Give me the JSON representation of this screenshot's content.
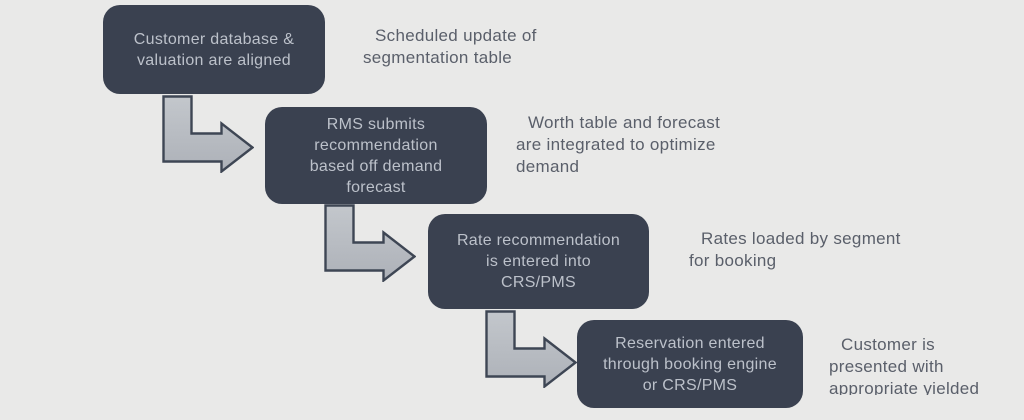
{
  "diagram": {
    "background": "#e9e9e8",
    "colors": {
      "box-fill": "#3a4150",
      "box-text": "#bcc1ca",
      "note-text": "#5a5f6a",
      "arrow-fill-top": "#c3c7cc",
      "arrow-fill-bottom": "#adb1b8",
      "arrow-stroke": "#3e4654"
    },
    "steps": [
      {
        "box_text": "Customer database &\nvaluation are aligned",
        "note_text": "Scheduled update of\nsegmentation table"
      },
      {
        "box_text": "RMS submits\nrecommendation\nbased off demand\nforecast",
        "note_text": "Worth table and forecast\nare integrated to optimize\ndemand"
      },
      {
        "box_text": "Rate recommendation\nis entered into\nCRS/PMS",
        "note_text": "Rates loaded by segment\nfor booking"
      },
      {
        "box_text": "Reservation entered\nthrough booking engine\nor CRS/PMS",
        "note_text": "Customer is\npresented with\nappropriate yielded"
      }
    ]
  }
}
